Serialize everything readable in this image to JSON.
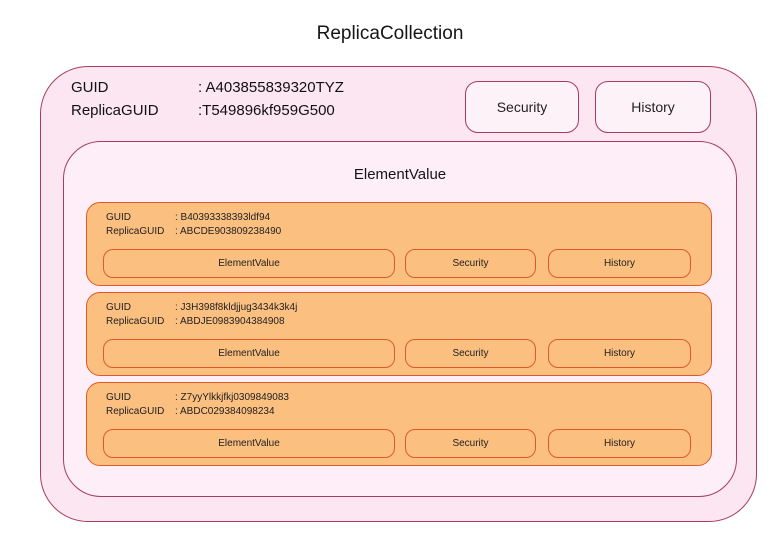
{
  "title": "ReplicaCollection",
  "collection": {
    "guid_label": "GUID",
    "guid_value": ": A403855839320TYZ",
    "replica_label": "ReplicaGUID",
    "replica_value": ":T549896kf959G500",
    "security_label": "Security",
    "history_label": "History"
  },
  "element_section": {
    "title": "ElementValue",
    "items": [
      {
        "guid_label": "GUID",
        "guid_value": ": B40393338393ldf94",
        "replica_label": "ReplicaGUID",
        "replica_value": ": ABCDE903809238490",
        "element_value_label": "ElementValue",
        "security_label": "Security",
        "history_label": "History"
      },
      {
        "guid_label": "GUID",
        "guid_value": ": J3H398f8kldjjug3434k3k4j",
        "replica_label": "ReplicaGUID",
        "replica_value": ": ABDJE0983904384908",
        "element_value_label": "ElementValue",
        "security_label": "Security",
        "history_label": "History"
      },
      {
        "guid_label": "GUID",
        "guid_value": ": Z7yyYlkkjfkj0309849083",
        "replica_label": "ReplicaGUID",
        "replica_value": ": ABDC029384098234",
        "element_value_label": "ElementValue",
        "security_label": "Security",
        "history_label": "History"
      }
    ]
  },
  "colors": {
    "outer_fill": "#fce6f2",
    "inner_fill": "#fdeef8",
    "pink_border": "#a93b5e",
    "pink_button_fill": "#fdf2f8",
    "card_fill": "#fbbf80",
    "card_border": "#e05a28"
  }
}
